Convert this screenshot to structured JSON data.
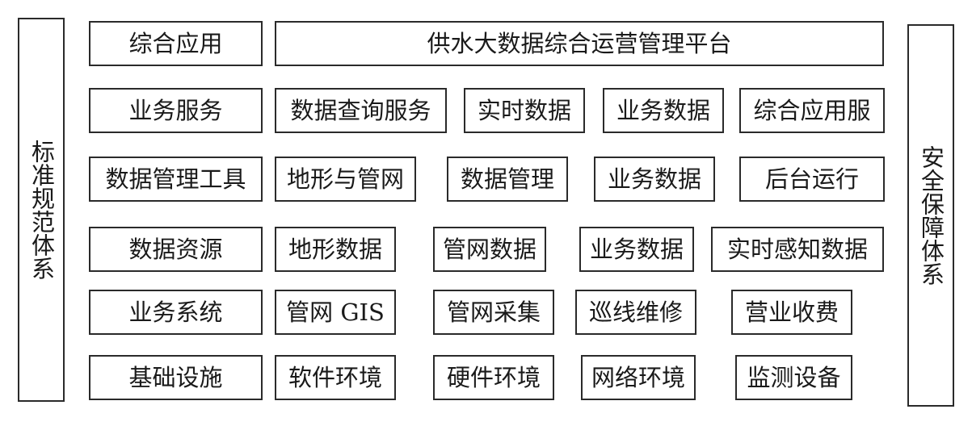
{
  "side": {
    "left": "标准规范体系",
    "right": "安全保障体系"
  },
  "layers": [
    {
      "label": "综合应用",
      "items": [
        "供水大数据综合运营管理平台"
      ]
    },
    {
      "label": "业务服务",
      "items": [
        "数据查询服务",
        "实时数据",
        "业务数据",
        "综合应用服"
      ]
    },
    {
      "label": "数据管理工具",
      "items": [
        "地形与管网",
        "数据管理",
        "业务数据",
        "后台运行"
      ]
    },
    {
      "label": "数据资源",
      "items": [
        "地形数据",
        "管网数据",
        "业务数据",
        "实时感知数据"
      ]
    },
    {
      "label": "业务系统",
      "items": [
        "管网 GIS",
        "管网采集",
        "巡线维修",
        "营业收费"
      ]
    },
    {
      "label": "基础设施",
      "items": [
        "软件环境",
        "硬件环境",
        "网络环境",
        "监测设备"
      ]
    }
  ]
}
